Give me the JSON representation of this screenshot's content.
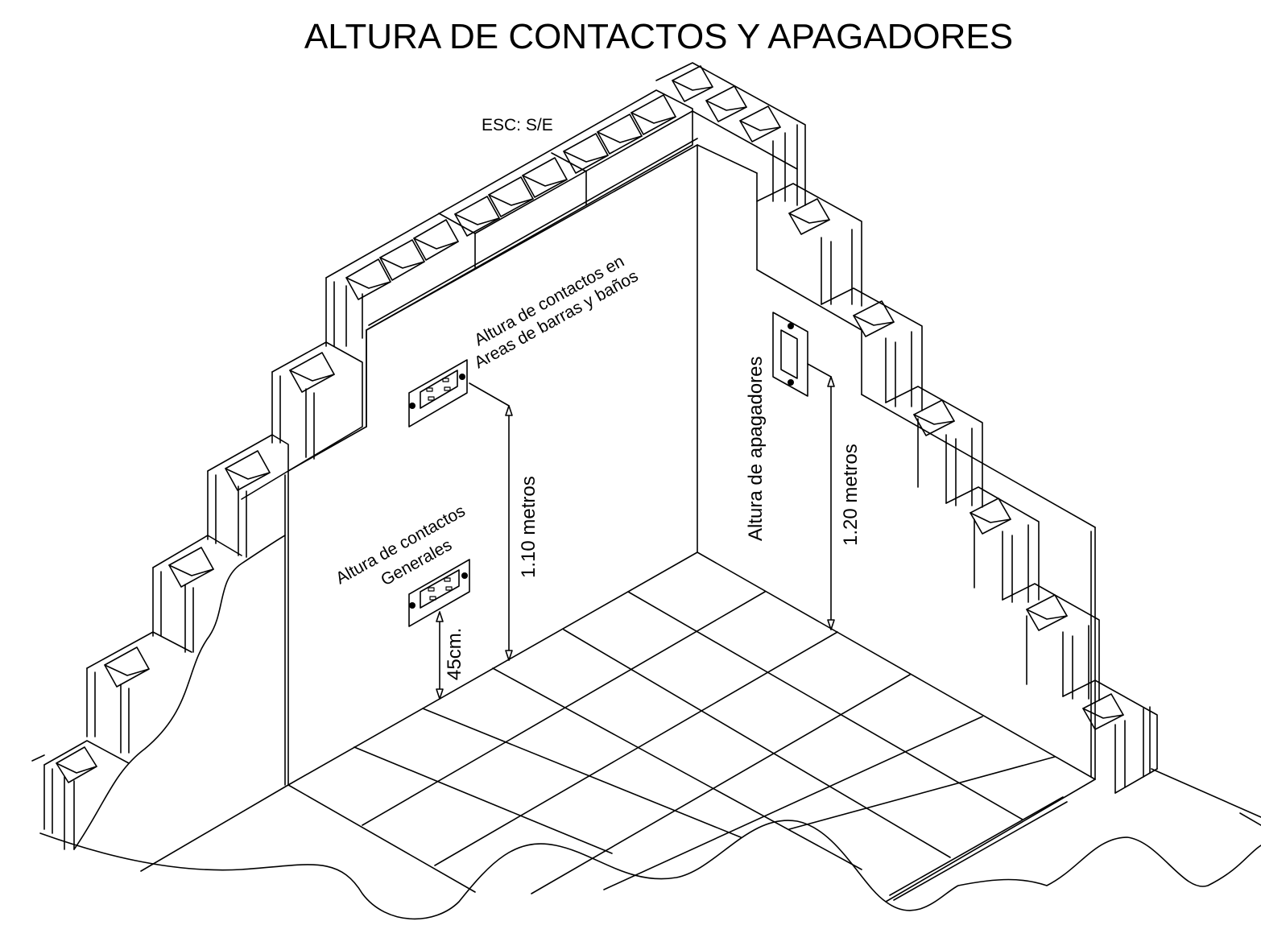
{
  "title": "ALTURA DE CONTACTOS Y APAGADORES",
  "scale": "ESC: S/E",
  "labels": {
    "general_contacts_line1": "Altura de contactos",
    "general_contacts_line2": "Generales",
    "bar_bath_contacts_line1": "Altura de contactos en",
    "bar_bath_contacts_line2": "Areas de barras y baños",
    "switch_height": "Altura de apagadores"
  },
  "dimensions": {
    "general_contact": "45cm.",
    "bar_bath_contact": "1.10 metros",
    "switch": "1.20 metros"
  }
}
